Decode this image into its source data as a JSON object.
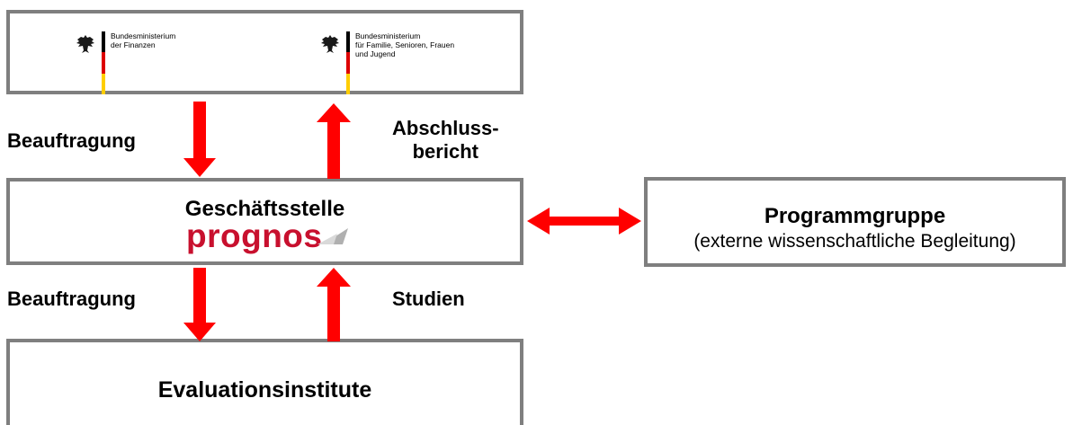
{
  "ministries": [
    {
      "name": "Bundesministerium\nder Finanzen"
    },
    {
      "name": "Bundesministerium\nfür Familie, Senioren, Frauen\nund Jugend"
    }
  ],
  "labels": {
    "commission_top": "Beauftragung",
    "final_report": "Abschluss-\nbericht",
    "commission_bottom": "Beauftragung",
    "studies": "Studien"
  },
  "office": {
    "title": "Geschäftsstelle",
    "logo": "prognos"
  },
  "institutes": {
    "title": "Evaluationsinstitute"
  },
  "program_group": {
    "title": "Programmgruppe",
    "subtitle": "(externe wissenschaftliche Begleitung)"
  },
  "colors": {
    "arrow": "#ff0000",
    "border": "#7f7f7f",
    "logo": "#c8102e"
  }
}
